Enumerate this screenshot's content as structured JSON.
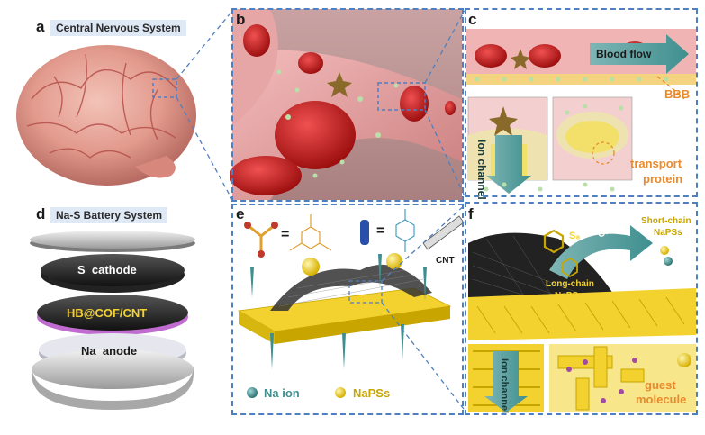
{
  "panels": {
    "a": {
      "letter": "a",
      "title": "Central Nervous System"
    },
    "b": {
      "letter": "b"
    },
    "c": {
      "letter": "c",
      "blood_flow": "Blood flow",
      "bbb": "BBB",
      "ion_channel": "Ion channel",
      "transport": "transport",
      "protein": "protein"
    },
    "d": {
      "letter": "d",
      "title": "Na-S Battery System",
      "s_cathode": "S  cathode",
      "hb_cof": "HB@COF/CNT",
      "na_anode": "Na  anode"
    },
    "e": {
      "letter": "e",
      "eq1": "=",
      "eq2": "=",
      "cnt": "CNT",
      "na_ion": "Na ion",
      "napss": "NaPSs"
    },
    "f": {
      "letter": "f",
      "s8": "S₈",
      "charge": "Charge",
      "short_chain_1": "Short-chain",
      "short_chain_2": "NaPSs",
      "long_chain_1": "Long-chain",
      "long_chain_2": "NaPSs",
      "ion_channel": "Ion channel",
      "guest": "guest",
      "molecule": "molecule"
    }
  },
  "colors": {
    "panel_border": "#4f7fbf",
    "title_bg": "#dfe8f5",
    "accent_orange": "#e98a2c",
    "brain": "#e59b8e",
    "vessel": "#e08a88",
    "blood_cell": "#d42a2a",
    "cof_yellow": "#f3d230",
    "na_ion_teal": "#3f8f8f"
  }
}
